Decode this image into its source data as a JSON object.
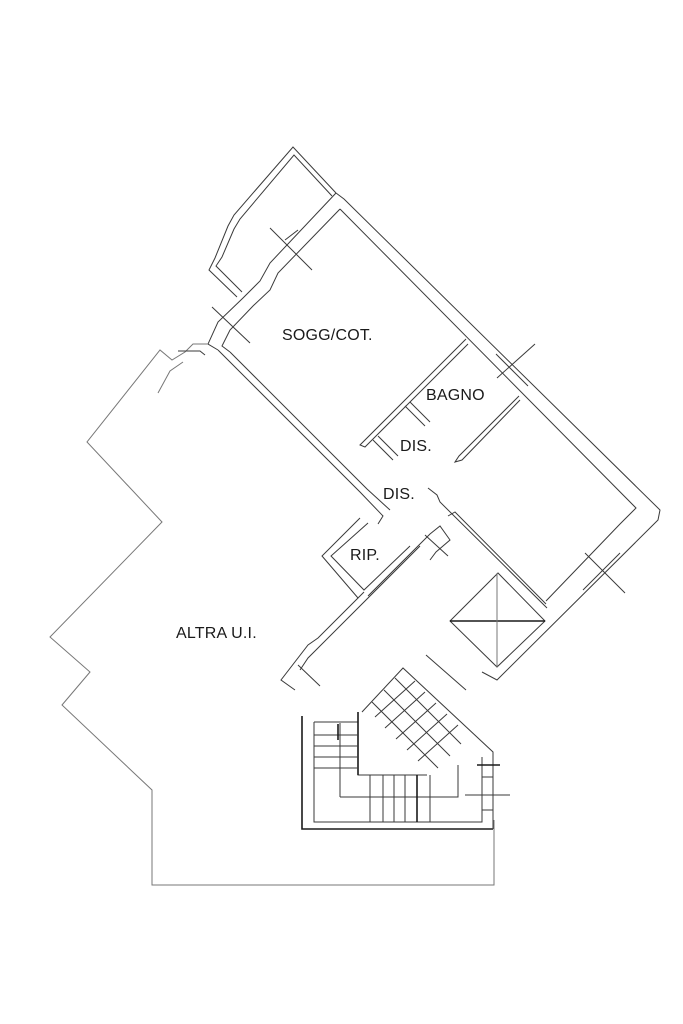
{
  "floor_plan": {
    "title": "",
    "rooms": [
      {
        "id": "sogg",
        "label": "SOGG/COT."
      },
      {
        "id": "bagno",
        "label": "BAGNO"
      },
      {
        "id": "dis1",
        "label": "DIS."
      },
      {
        "id": "dis2",
        "label": "DIS."
      },
      {
        "id": "rip",
        "label": "RIP."
      },
      {
        "id": "altra",
        "label": "ALTRA U.I."
      }
    ],
    "colors": {
      "background": "#ffffff",
      "lines": "#2a2a2a"
    }
  }
}
